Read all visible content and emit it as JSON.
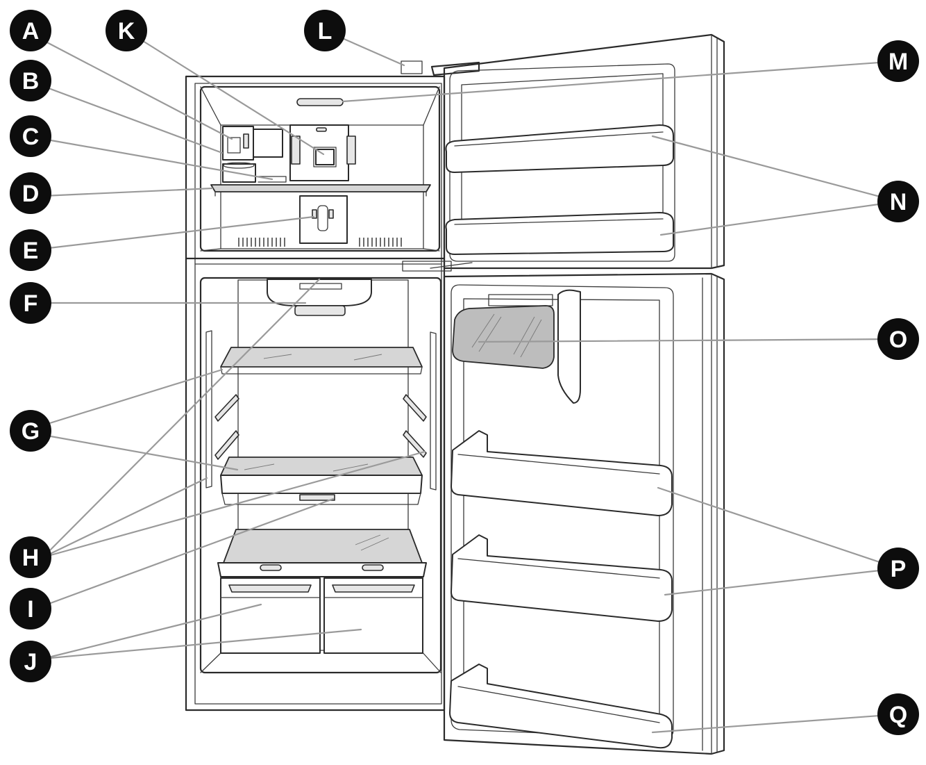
{
  "callouts": [
    {
      "id": "A",
      "label": "A"
    },
    {
      "id": "B",
      "label": "B"
    },
    {
      "id": "C",
      "label": "C"
    },
    {
      "id": "D",
      "label": "D"
    },
    {
      "id": "E",
      "label": "E"
    },
    {
      "id": "F",
      "label": "F"
    },
    {
      "id": "G",
      "label": "G"
    },
    {
      "id": "H",
      "label": "H"
    },
    {
      "id": "I",
      "label": "I"
    },
    {
      "id": "J",
      "label": "J"
    },
    {
      "id": "K",
      "label": "K"
    },
    {
      "id": "L",
      "label": "L"
    },
    {
      "id": "M",
      "label": "M"
    },
    {
      "id": "N",
      "label": "N"
    },
    {
      "id": "O",
      "label": "O"
    },
    {
      "id": "P",
      "label": "P"
    },
    {
      "id": "Q",
      "label": "Q"
    }
  ],
  "colors": {
    "callout_fill": "#0d0d0d",
    "callout_text": "#ffffff",
    "leader_line": "#9a9a9a",
    "glass": "#d6d6d6"
  }
}
